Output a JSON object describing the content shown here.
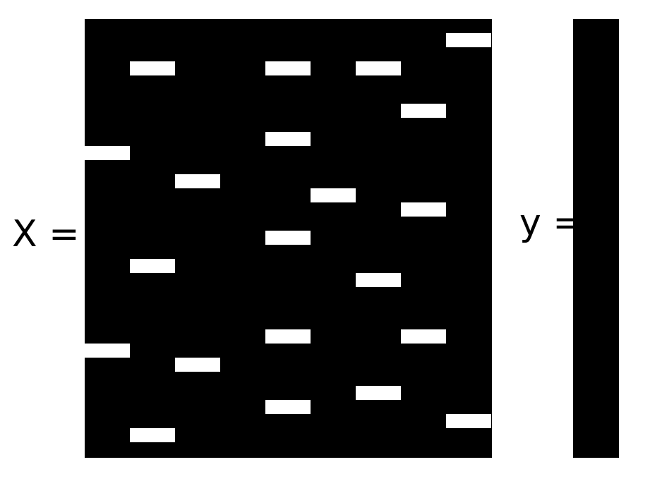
{
  "labels": {
    "x": "X =",
    "y": "y ="
  },
  "colors": {
    "background": "#ffffff",
    "matrix_fill": "#000000",
    "entry_fill": "#ffffff"
  },
  "matrix_x": {
    "rows": 31,
    "cols": 9,
    "nonzero_entries": [
      {
        "row": 1,
        "col": 8
      },
      {
        "row": 3,
        "col": 1
      },
      {
        "row": 3,
        "col": 4
      },
      {
        "row": 3,
        "col": 6
      },
      {
        "row": 6,
        "col": 7
      },
      {
        "row": 8,
        "col": 4
      },
      {
        "row": 9,
        "col": 0
      },
      {
        "row": 11,
        "col": 2
      },
      {
        "row": 12,
        "col": 5
      },
      {
        "row": 13,
        "col": 7
      },
      {
        "row": 15,
        "col": 4
      },
      {
        "row": 17,
        "col": 1
      },
      {
        "row": 18,
        "col": 6
      },
      {
        "row": 22,
        "col": 4
      },
      {
        "row": 22,
        "col": 7
      },
      {
        "row": 23,
        "col": 0
      },
      {
        "row": 24,
        "col": 2
      },
      {
        "row": 26,
        "col": 6
      },
      {
        "row": 27,
        "col": 4
      },
      {
        "row": 28,
        "col": 8
      },
      {
        "row": 29,
        "col": 1
      }
    ]
  },
  "vector_y": {
    "rows": 31,
    "cols": 1
  }
}
